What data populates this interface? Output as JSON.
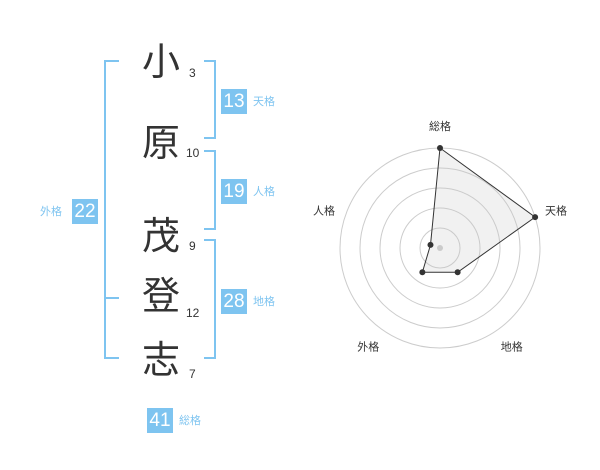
{
  "name_chars": [
    {
      "char": "小",
      "strokes": "3"
    },
    {
      "char": "原",
      "strokes": "10"
    },
    {
      "char": "茂",
      "strokes": "9"
    },
    {
      "char": "登",
      "strokes": "12"
    },
    {
      "char": "志",
      "strokes": "7"
    }
  ],
  "fortunes": {
    "tenkaku": {
      "label": "天格",
      "value": "13"
    },
    "jinkaku": {
      "label": "人格",
      "value": "19"
    },
    "chikaku": {
      "label": "地格",
      "value": "28"
    },
    "gaikaku": {
      "label": "外格",
      "value": "22"
    },
    "soukaku": {
      "label": "総格",
      "value": "41"
    }
  },
  "colors": {
    "accent": "#7ec4f0",
    "text": "#333333",
    "grid": "#cccccc"
  },
  "chart_data": {
    "type": "radar",
    "axes": [
      "総格",
      "天格",
      "地格",
      "外格",
      "人格"
    ],
    "levels": 5,
    "values": [
      5,
      5,
      1.5,
      1.5,
      0.5
    ],
    "max": 5
  }
}
